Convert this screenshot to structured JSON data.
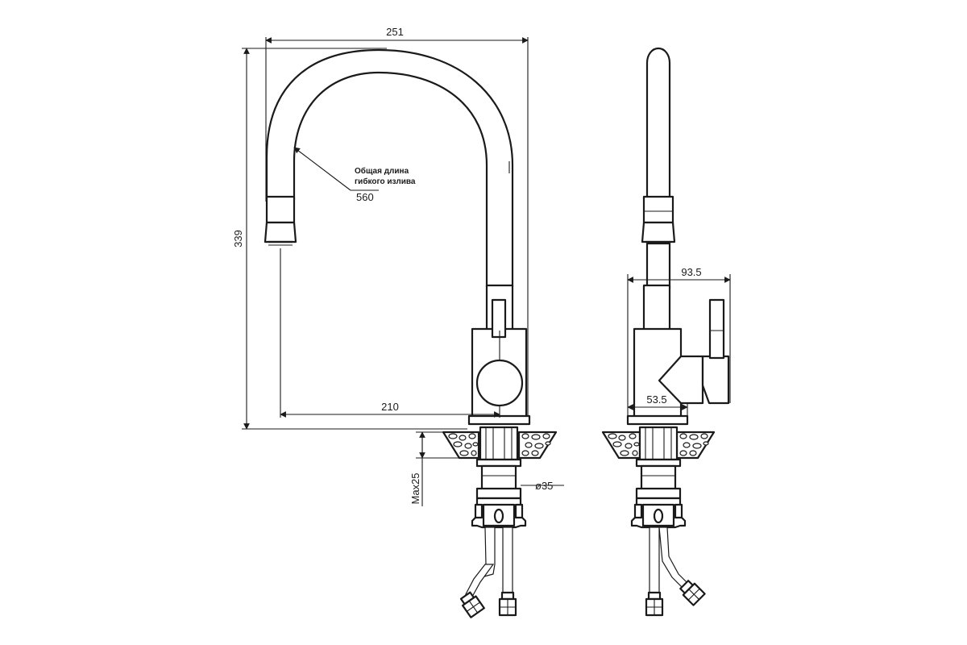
{
  "dimensions": {
    "width_top": "251",
    "height_total": "339",
    "reach": "210",
    "hose_length_label_line1": "Общая длина",
    "hose_length_label_line2": "гибкого излива",
    "hose_length_value": "560",
    "deck_thickness": "Max25",
    "mount_diameter": "ø35",
    "side_width": "93.5",
    "side_base": "53.5"
  },
  "colors": {
    "line": "#1a1a1a",
    "background": "#ffffff"
  }
}
